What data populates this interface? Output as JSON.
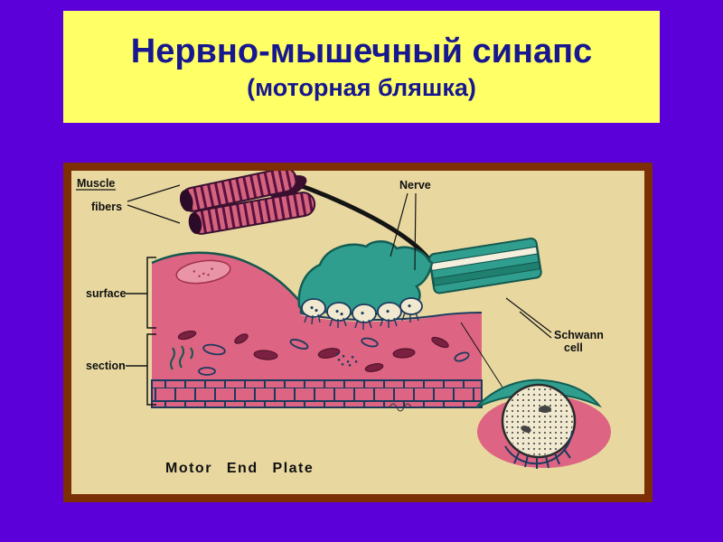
{
  "title": {
    "line1": "Нервно-мышечный синапс",
    "line2": "(моторная бляшка)"
  },
  "figure": {
    "labels": {
      "muscle": "Muscle",
      "fibers": "fibers",
      "nerve": "Nerve",
      "surface": "surface",
      "section": "section",
      "schwann_1": "Schwann",
      "schwann_2": "cell",
      "caption": "Motor End Plate"
    }
  },
  "colors": {
    "bg": "#5b00d8",
    "title_bg": "#ffff66",
    "title_text": "#17178f",
    "frame": "#7c2e04",
    "beige": "#e8d8a0",
    "pink": "#dd6482",
    "pink_light": "#ea94a8",
    "teal": "#2f9e8e",
    "teal_dark": "#14584e",
    "cream": "#f1e9cf",
    "navy": "#1c3a5e",
    "maroon": "#7a2040"
  }
}
